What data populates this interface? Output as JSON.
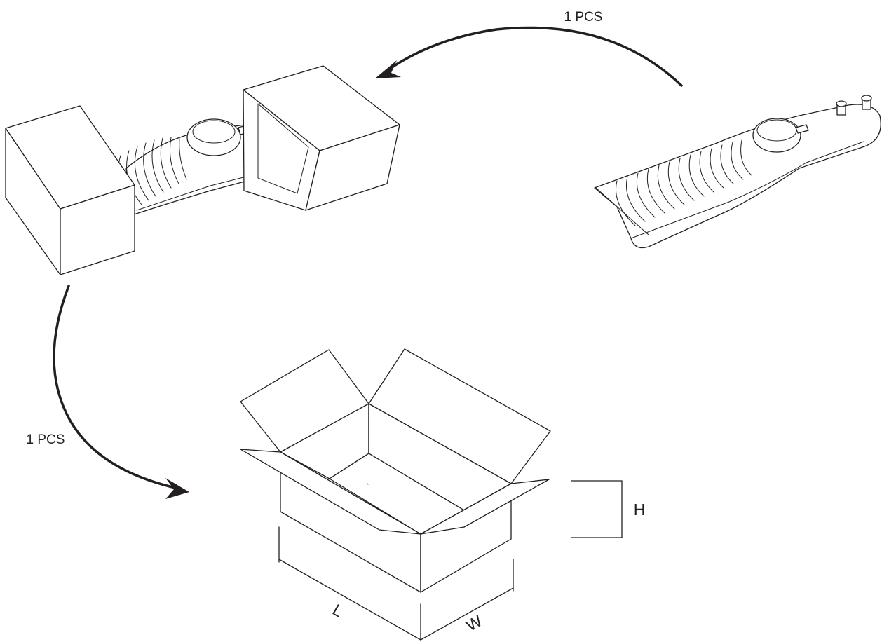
{
  "labels": {
    "top_arrow": "1 PCS",
    "left_arrow": "1 PCS",
    "height": "H",
    "length": "L",
    "width": "W"
  },
  "colors": {
    "line": "#231f20",
    "background": "#ffffff"
  }
}
